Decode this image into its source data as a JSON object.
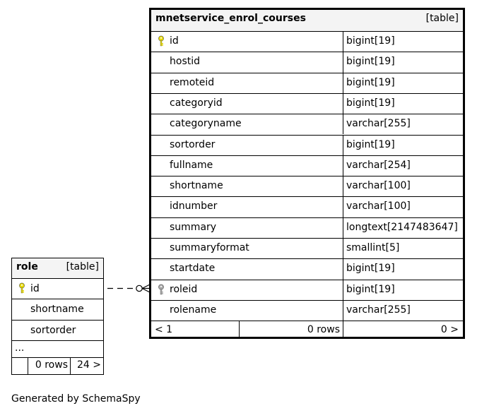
{
  "main_table": {
    "name": "mnetservice_enrol_courses",
    "kind": "[table]",
    "columns": [
      {
        "name": "id",
        "type": "bigint[19]",
        "key": "primary"
      },
      {
        "name": "hostid",
        "type": "bigint[19]",
        "key": ""
      },
      {
        "name": "remoteid",
        "type": "bigint[19]",
        "key": ""
      },
      {
        "name": "categoryid",
        "type": "bigint[19]",
        "key": ""
      },
      {
        "name": "categoryname",
        "type": "varchar[255]",
        "key": ""
      },
      {
        "name": "sortorder",
        "type": "bigint[19]",
        "key": ""
      },
      {
        "name": "fullname",
        "type": "varchar[254]",
        "key": ""
      },
      {
        "name": "shortname",
        "type": "varchar[100]",
        "key": ""
      },
      {
        "name": "idnumber",
        "type": "varchar[100]",
        "key": ""
      },
      {
        "name": "summary",
        "type": "longtext[2147483647]",
        "key": ""
      },
      {
        "name": "summaryformat",
        "type": "smallint[5]",
        "key": ""
      },
      {
        "name": "startdate",
        "type": "bigint[19]",
        "key": ""
      },
      {
        "name": "roleid",
        "type": "bigint[19]",
        "key": "foreign"
      },
      {
        "name": "rolename",
        "type": "varchar[255]",
        "key": ""
      }
    ],
    "footer": {
      "parents": "< 1",
      "rows": "0 rows",
      "children": "0 >"
    }
  },
  "role_table": {
    "name": "role",
    "kind": "[table]",
    "columns": [
      {
        "name": "id",
        "key": "primary"
      },
      {
        "name": "shortname",
        "key": ""
      },
      {
        "name": "sortorder",
        "key": ""
      }
    ],
    "more": "...",
    "footer": {
      "parents": "",
      "rows": "0 rows",
      "children": "24 >"
    }
  },
  "generated_by": "Generated by SchemaSpy",
  "colors": {
    "primary_key": "#e6d800",
    "foreign_key": "#a8a8a8",
    "header_bg": "#f4f4f4"
  },
  "icons": {
    "primary_key": "key-icon",
    "foreign_key": "key-icon"
  }
}
